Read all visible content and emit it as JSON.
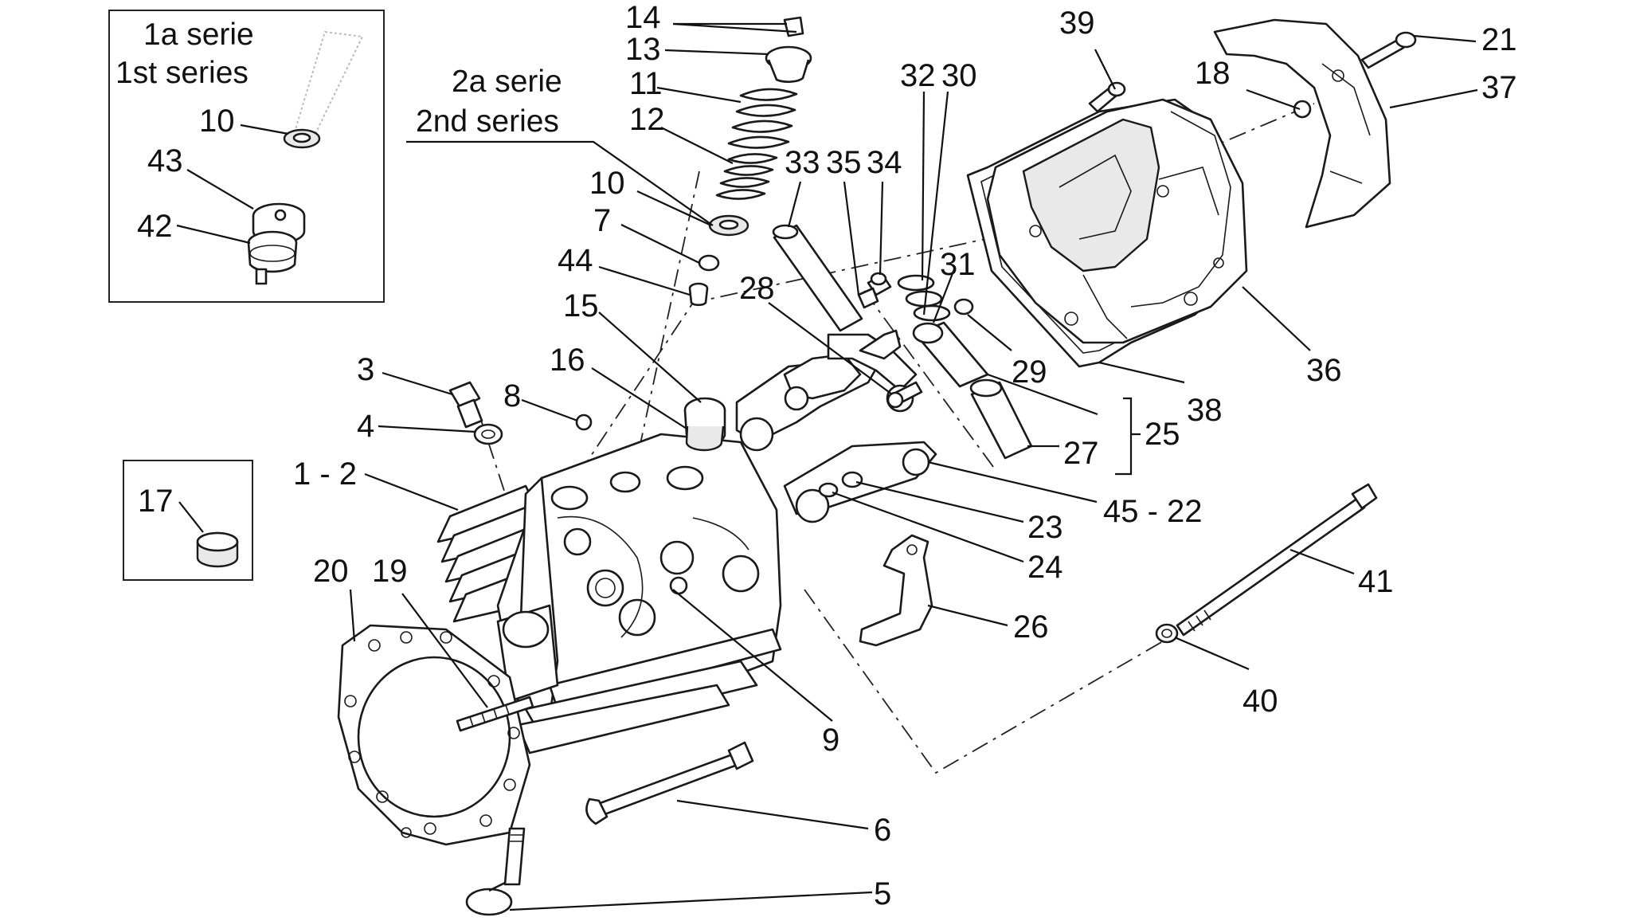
{
  "diagram": {
    "captions": {
      "series1_it": "1a serie",
      "series1_en": "1st series",
      "series2_it": "2a serie",
      "series2_en": "2nd series"
    },
    "labels": {
      "p14": "14",
      "p13": "13",
      "p11": "11",
      "p12": "12",
      "p10a": "10",
      "p7": "7",
      "p44": "44",
      "p15": "15",
      "p16": "16",
      "p3": "3",
      "p8": "8",
      "p4": "4",
      "p1_2": "1 - 2",
      "p17": "17",
      "p20": "20",
      "p19": "19",
      "p9": "9",
      "p6": "6",
      "p5": "5",
      "p10b": "10",
      "p43": "43",
      "p42": "42",
      "p33": "33",
      "p35": "35",
      "p34": "34",
      "p32": "32",
      "p30": "30",
      "p28": "28",
      "p31": "31",
      "p29": "29",
      "p27": "27",
      "p25": "25",
      "p45_22": "45 - 22",
      "p23": "23",
      "p24": "24",
      "p26": "26",
      "p39": "39",
      "p18": "18",
      "p21": "21",
      "p37": "37",
      "p36": "36",
      "p38": "38",
      "p41": "41",
      "p40": "40"
    }
  }
}
